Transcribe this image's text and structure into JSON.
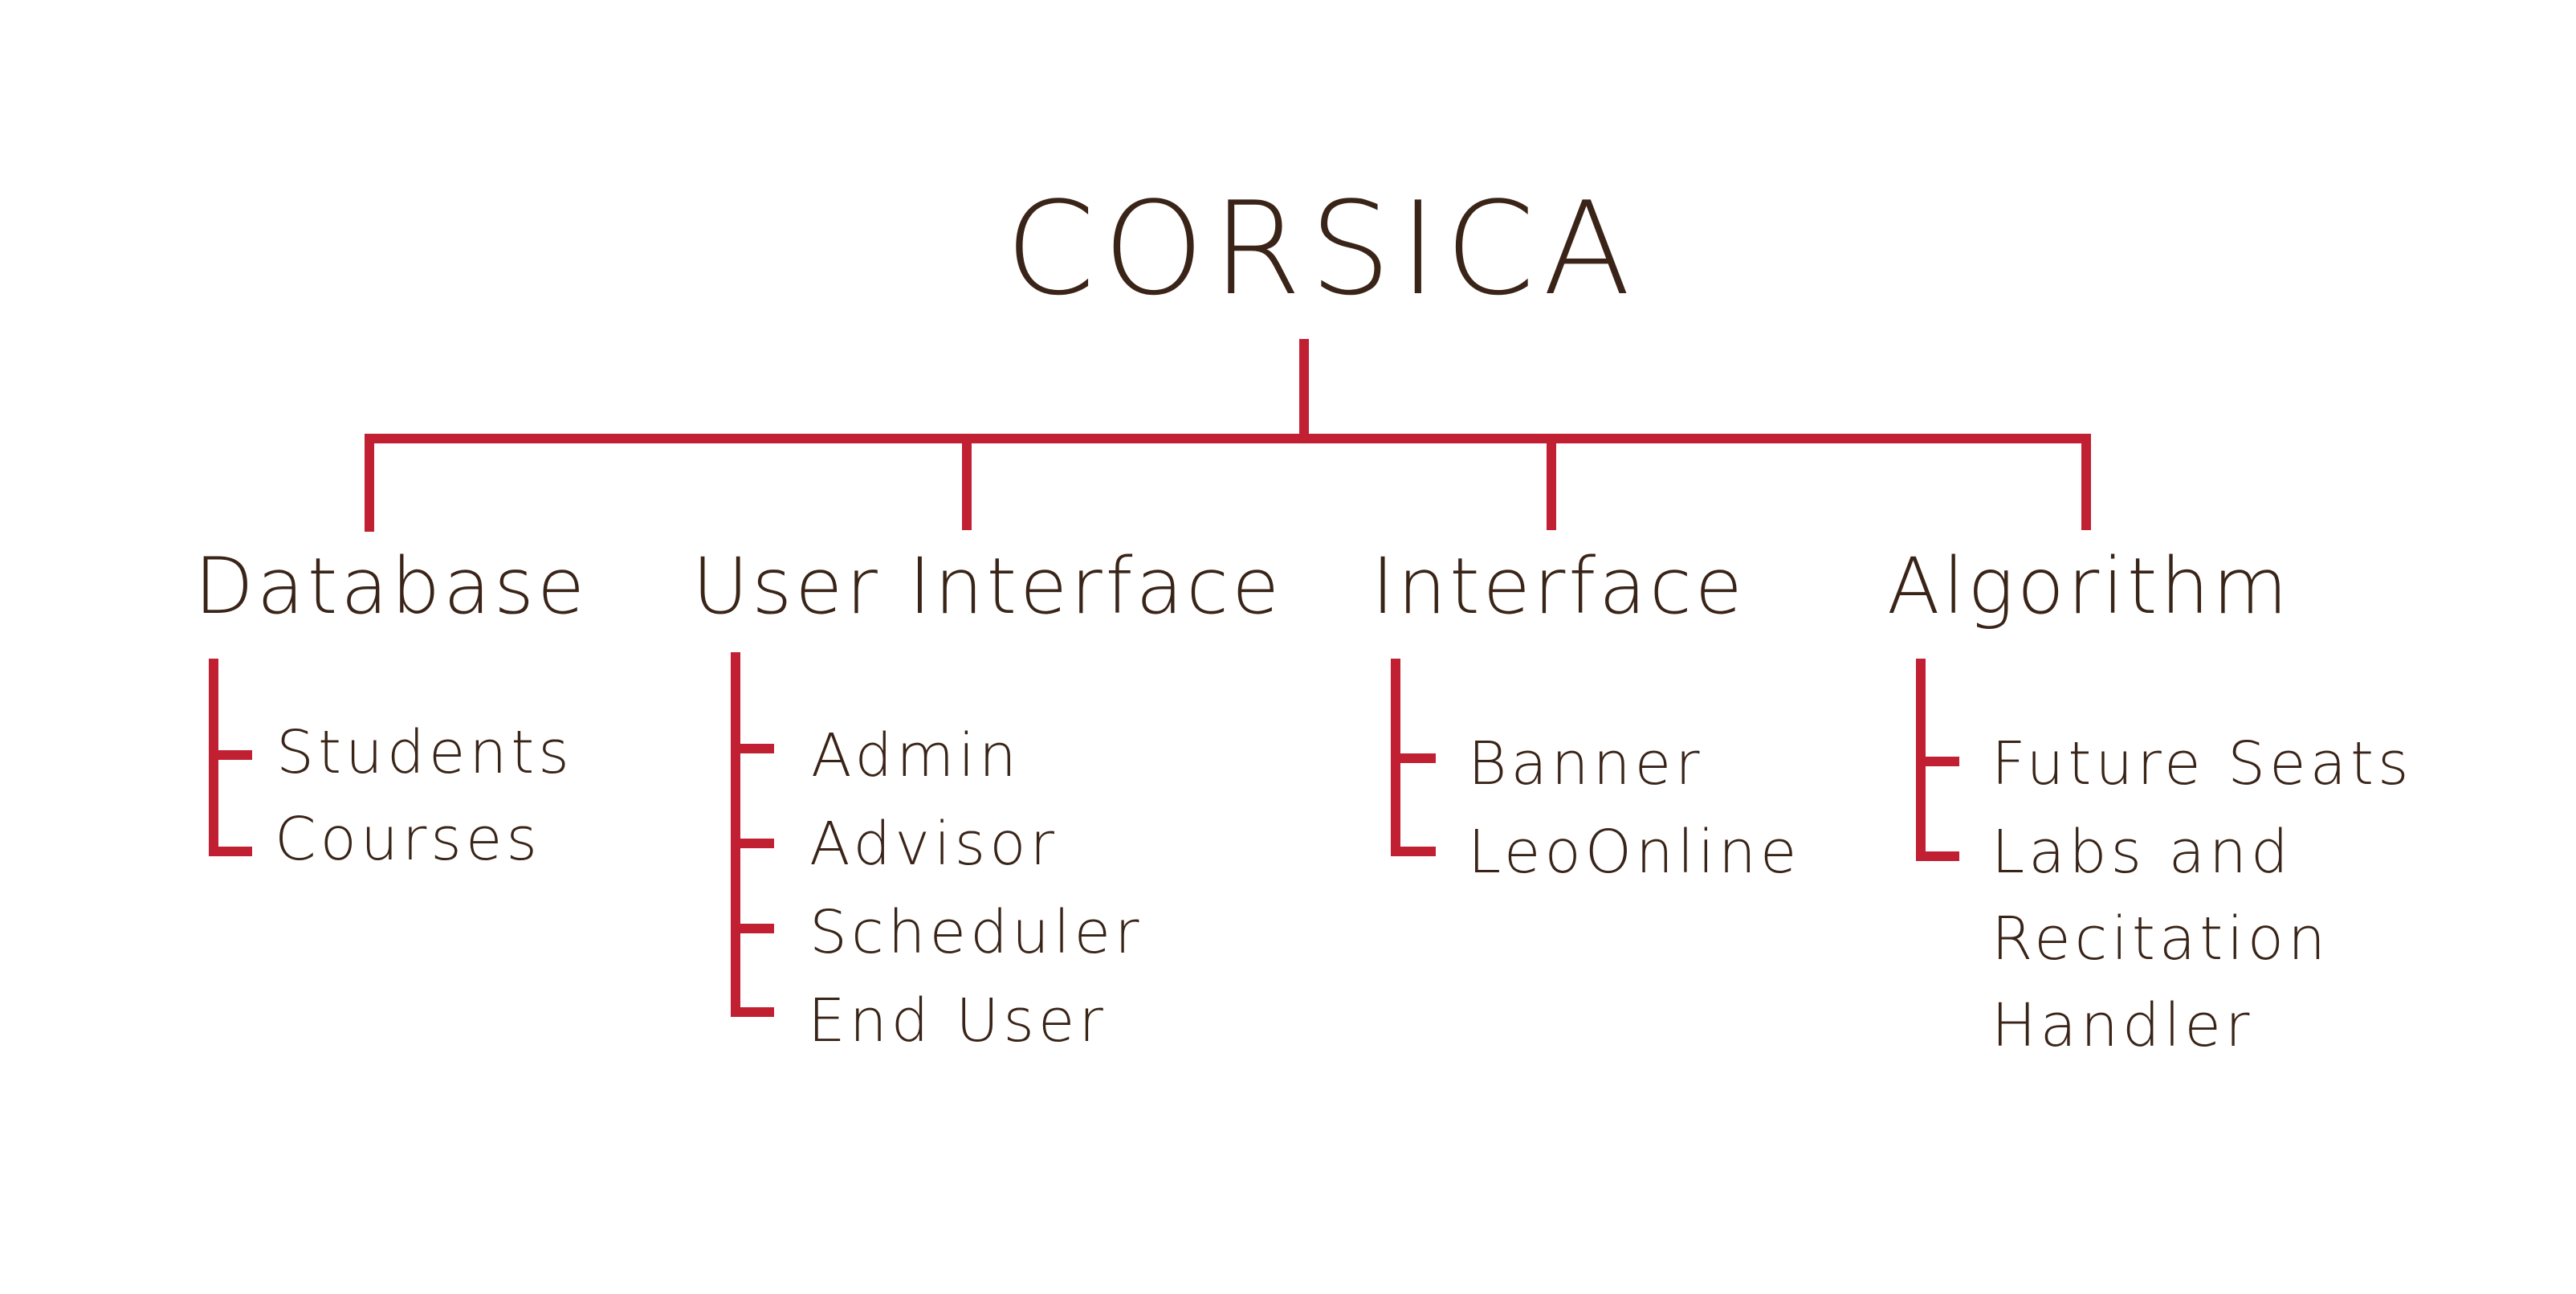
{
  "title": "CORSICA",
  "branches": [
    {
      "label": "Database",
      "items": [
        "Students",
        "Courses"
      ]
    },
    {
      "label": "User Interface",
      "items": [
        "Admin",
        "Advisor",
        "Scheduler",
        "End User"
      ]
    },
    {
      "label": "Interface",
      "items": [
        "Banner",
        "LeoOnline"
      ]
    },
    {
      "label": "Algorithm",
      "items": [
        "Future Seats",
        "Labs and",
        "Recitation",
        "Handler"
      ]
    }
  ],
  "colors": {
    "connector": "#c11f32",
    "text": "#3a2418",
    "background": "#ffffff"
  }
}
